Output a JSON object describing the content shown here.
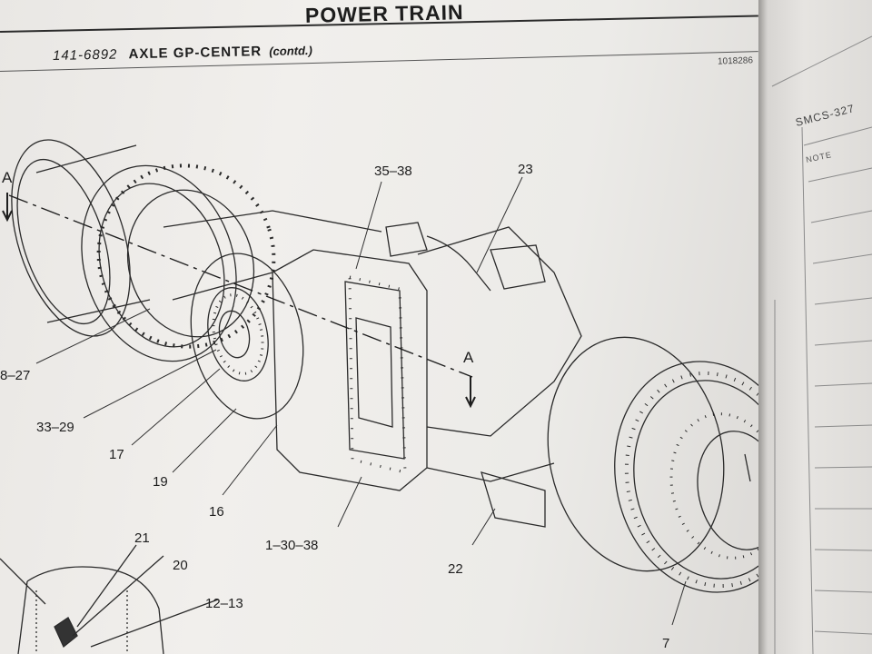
{
  "header": {
    "section_title": "POWER TRAIN",
    "part_number": "141-6892",
    "description": "AXLE GP-CENTER",
    "continued": "(contd.)",
    "reference": "1018286"
  },
  "callouts": {
    "c_35_38": "35–38",
    "c_23": "23",
    "c_8_27": "8–27",
    "c_33_29": "33–29",
    "c_17": "17",
    "c_19": "19",
    "c_16": "16",
    "c_1_30_38": "1–30–38",
    "c_22": "22",
    "c_7": "7",
    "c_21": "21",
    "c_20": "20",
    "c_12_13": "12–13"
  },
  "section_marker": {
    "left": "A",
    "right": "A"
  },
  "right_page": {
    "smcs": "SMCS-327",
    "note": "NOTE"
  }
}
